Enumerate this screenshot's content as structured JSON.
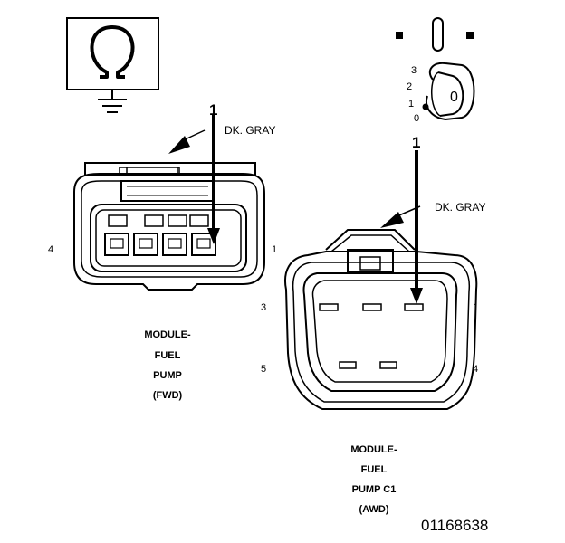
{
  "ohmmeter": {
    "symbol_icon": "ohm-resistance-ground-icon"
  },
  "meter_switch": {
    "icon": "meter-selector-dial-icon",
    "positions": [
      "3",
      "2",
      "1",
      "0"
    ],
    "dial_label": "0"
  },
  "fwd_connector": {
    "wire_number": "1",
    "wire_color": "DK. GRAY",
    "pin_left": "4",
    "pin_right": "1",
    "caption": [
      "MODULE-",
      "FUEL",
      "PUMP",
      "(FWD)"
    ]
  },
  "awd_connector": {
    "wire_number": "1",
    "wire_color": "DK. GRAY",
    "pins": {
      "top_left": "3",
      "top_right": "1",
      "bottom_left": "5",
      "bottom_right": "4"
    },
    "caption": [
      "MODULE-",
      "FUEL",
      "PUMP C1",
      "(AWD)"
    ]
  },
  "figure_number": "01168638"
}
